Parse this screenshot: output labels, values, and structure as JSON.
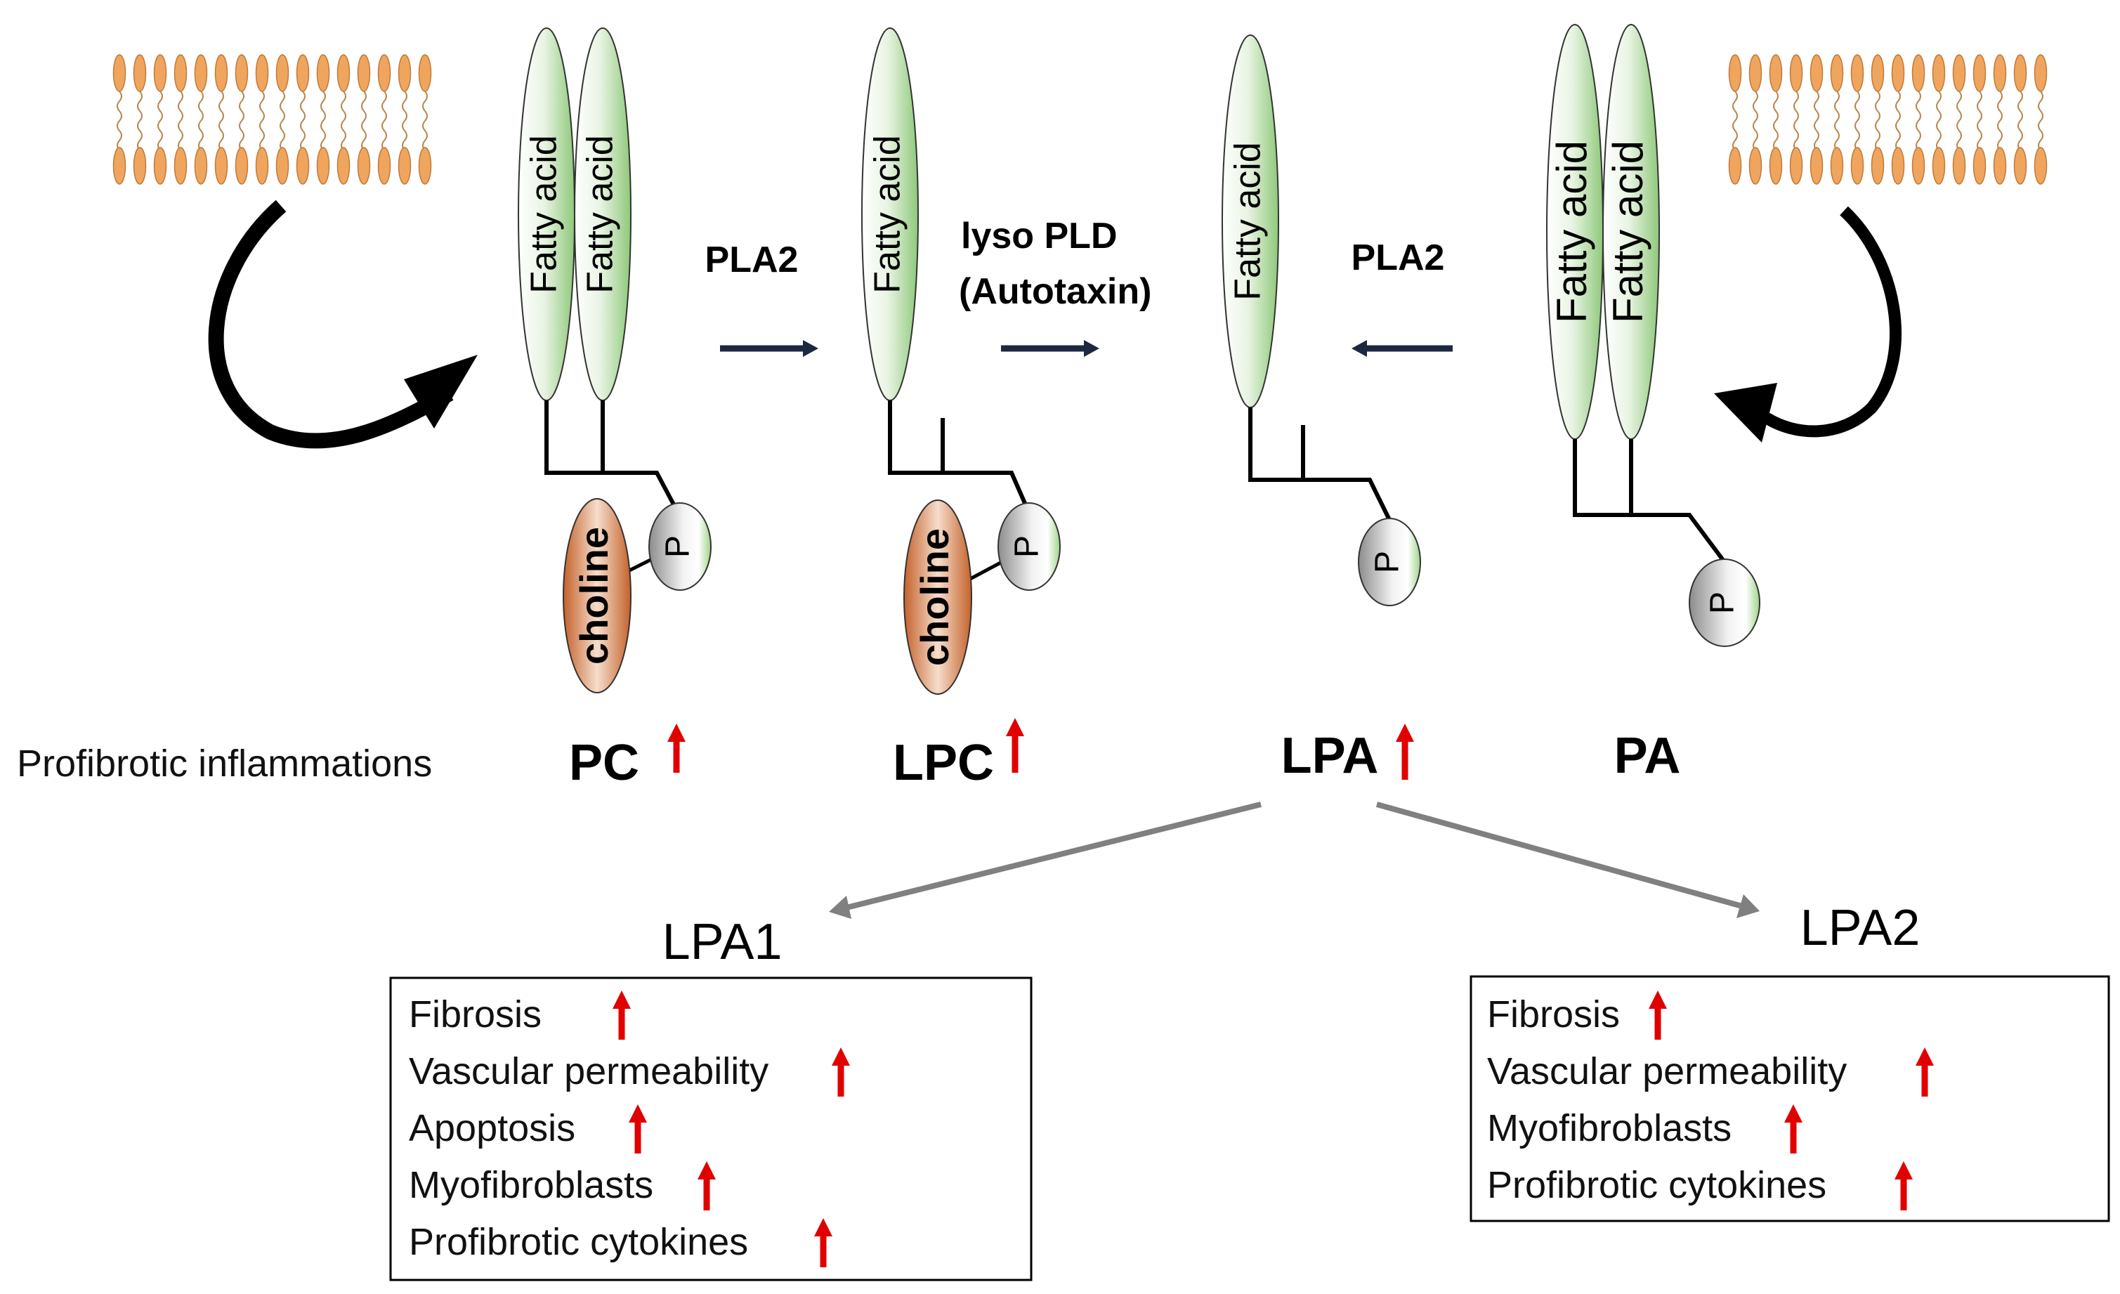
{
  "molecules": {
    "fatty_acid": "Fatty acid",
    "choline": "choline",
    "phosphate": "P"
  },
  "enzymes": {
    "pla2_left": "PLA2",
    "lyso_pld_line1": "lyso PLD",
    "lyso_pld_line2": "(Autotaxin)",
    "pla2_right": "PLA2"
  },
  "lipids": {
    "row_label": "Profibrotic inflammations",
    "pc": "PC",
    "lpc": "LPC",
    "lpa": "LPA",
    "pa": "PA"
  },
  "receptors": {
    "lpa1": {
      "title": "LPA1",
      "effects": [
        "Fibrosis",
        "Vascular permeability",
        "Apoptosis",
        "Myofibroblasts",
        "Profibrotic cytokines"
      ]
    },
    "lpa2": {
      "title": "LPA2",
      "effects": [
        "Fibrosis",
        "Vascular permeability",
        "Myofibroblasts",
        "Profibrotic cytokines"
      ]
    }
  },
  "colors": {
    "membrane": "#f0a55e",
    "membrane_stroke": "#c07a36",
    "fatty_acid_fill": "#8fc97a",
    "phosphate_fill": "#8c8c8c",
    "choline_fill": "#c4622b",
    "up_arrow": "#e00000",
    "enzyme_arrow": "#1c2840",
    "branch_arrow": "#808080"
  }
}
